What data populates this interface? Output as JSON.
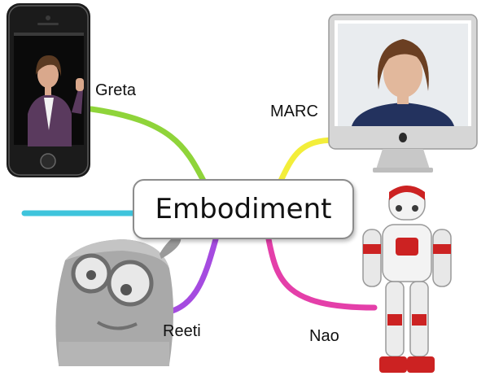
{
  "central_topic": "Embodiment",
  "branches": [
    {
      "label": "Greta",
      "color": "#8fd43a",
      "image": "smartphone-avatar-woman-waving"
    },
    {
      "label": "MARC",
      "color": "#f3ee3a",
      "image": "desktop-monitor-avatar-woman"
    },
    {
      "label": "",
      "color": "#3fc4dc",
      "image": ""
    },
    {
      "label": "Reeti",
      "color": "#a54be0",
      "image": "robot-head-grey"
    },
    {
      "label": "Nao",
      "color": "#e43fa9",
      "image": "humanoid-robot-white-red"
    }
  ]
}
